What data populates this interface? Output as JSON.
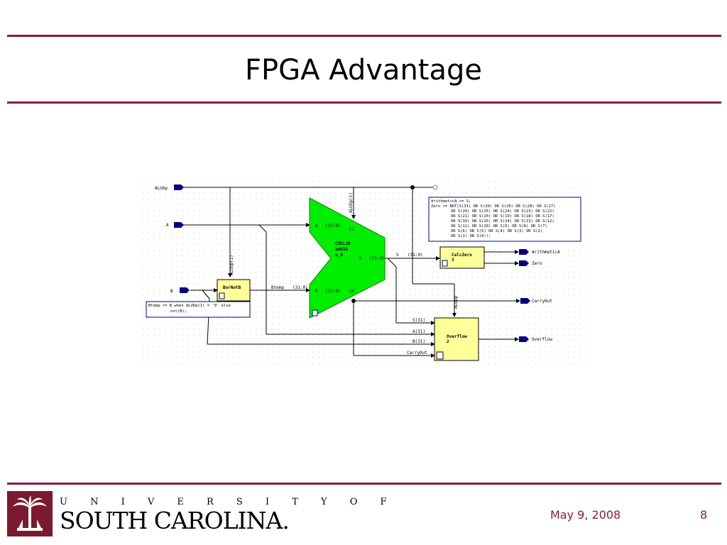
{
  "slide": {
    "title": "FPGA Advantage",
    "date": "May 9, 2008",
    "page": "8"
  },
  "logo": {
    "univ_text": "U N I V E R S I T Y   O F",
    "name_text": "SOUTH CAROLINA."
  },
  "diagram": {
    "ports_in": [
      "ALUOp",
      "A",
      "B"
    ],
    "ports_out": [
      "ArithmeticA",
      "Zero",
      "CarryOut",
      "Overflow"
    ],
    "blocks": {
      "adder": {
        "lib": "CSELib",
        "name": "add32",
        "inst": "u_0",
        "a": "A",
        "a_range": "(31:0)",
        "ci": "CI",
        "s": "S",
        "s_range": "(31:0)",
        "b": "B",
        "b_range": "(31:0)",
        "co": "CO"
      },
      "bornotb": {
        "name": "BorNotB"
      },
      "calczero": {
        "name": "CalcZero",
        "inst": "3"
      },
      "overflow": {
        "name": "Overflow",
        "inst": "2"
      }
    },
    "signals": {
      "aluop1": "ALUOp(1)",
      "aluop1_b": "ALUOp(1)",
      "aluop_ovf": "ALUOp",
      "btemp": "Btemp",
      "btemp_range": "(31:0)",
      "s": "S",
      "s_range": "(31:0)",
      "s31": "S(31)",
      "a31": "A(31)",
      "b31": "B(31)",
      "carryout": "CarryOut"
    },
    "note_btemp": [
      "Btemp <= B when ALUOp(1) = '0' else",
      "not(B);"
    ],
    "note_zero": [
      "ArithmeticA <= S;",
      "Zero <= NOT(S(31) OR S(30) OR S(29) OR S(28) OR S(27)",
      "OR S(26) OR S(25) OR S(24) OR S(23) OR S(22)",
      "OR S(21) OR S(20) OR S(19) OR S(18) OR S(17)",
      "OR S(16) OR S(15) OR S(14) OR S(13) OR S(12)",
      "OR S(11) OR S(10) OR S(9) OR S(8) OR S(7)",
      "OR S(6) OR S(5) OR S(4) OR S(3) OR S(2)",
      "OR S(1) OR S(0));"
    ]
  },
  "colors": {
    "accent": "#8a1c3a",
    "adder": "#00ee00",
    "block": "#ffff99",
    "port": "#000080"
  }
}
